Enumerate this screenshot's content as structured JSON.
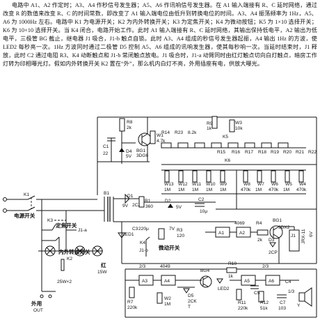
{
  "description": {
    "paragraph": "电路中 A1、A2 作定时；A3、A4 作秒信号发生器；A5、A6 作讯响信号发生器。在 A1 输入端接有 R、C 延时网络，通过改变 R 的数值来改变 R、C 的时间常数，即改变了 A1 输入端电位由低升到转换电位的时间。A3、A4 振荡频率为 1Hz，A5、A6 为 1000Hz 左右。电路中 K1 为电源开关；K2 为内外转换开关；K3 为定焦开关；K4 为微动按钮；K5 为 1×10 选择开关；K6 为 10×10 选择开关。当 K4 闭合，电路开始工作。此时 A1 输入端接有 R、C 延时网络，其输出保持低电平，A2 输出为低电平，三极管 BG 截止，继电器 J1 吸合，J1-b 触点自锁。此时 A3、A4 组成的秒信号发生器起振，A4 输出 1Hz 的方波，使 LED2 每秒亮一次。1Hz 方波同时通过二极管 D5 控制 A5、A6 组成的讯响发生器，使其每秒响一次。当延时结束时，J1 释放，此时 C2 通过电阻 R3、K4 动断触点和 J1-b 常闭触点放电。J1 吸合时，J1-a 动臂同时由红灯触点切向白灯触点，暗房工作灯转为印相曝光灯。假如内外转换开关 K2 置在“外”，那么机内白灯不亮，外用插座有电，供放大曝光。"
  },
  "schematic": {
    "components": {
      "r8": "R8",
      "r8_val": "2k",
      "c1": "C1",
      "c1_val": "22",
      "d4": "D4",
      "d4_val": "5V",
      "bg1_left": "BG1",
      "bg1_left_type": "3DG6",
      "w1": "W1",
      "w1_val": "4.7k",
      "r14": "R14",
      "r14_23": "R23",
      "r14_23_val": "8.2k",
      "r9": "R9",
      "r9_val": "1k",
      "w3": "W3",
      "w3_val": "10k",
      "k5": "K5",
      "k6": "K6",
      "r_series": [
        "R15",
        "R16",
        "R17",
        "R18",
        "R19",
        "R20",
        "R21",
        "R22"
      ],
      "w_series_left": [
        "W13",
        "W12",
        "W11",
        "W10",
        "W9"
      ],
      "w_series_right": [
        "W8",
        "W7",
        "W6",
        "W5",
        "W4"
      ],
      "w_val_1m": "1M",
      "w_val_470k": "470k",
      "k1": "K1",
      "power_switch": "电源开关",
      "k3": "K3",
      "k3_label": "定焦开关",
      "j1a": "J1-a",
      "j1b": "J1-b",
      "k2_label": "内外转换开关",
      "k2": "K2",
      "lamp_rating": "25W×2",
      "lamp_red": "红",
      "lamp_red_power": "15W",
      "external": "外用",
      "out": "OUT",
      "b1": "B1",
      "v9": "9V",
      "d1": "D1",
      "d1_val": "2CZ",
      "d2": "D2",
      "d2_val": "5V",
      "r1": "R1",
      "r1_val": "360",
      "c2": "C2",
      "c2_val": "10μ",
      "c3": "C3",
      "c3_val": "220μ",
      "v7": "7V",
      "led1": "LED1",
      "r3": "R3",
      "r3_val": "120",
      "k4_label": "微动开关",
      "j1_b_lower": "J1-b",
      "a1": "A1",
      "a2": "A2",
      "ic_4069": "4069",
      "r4": "R4",
      "r4_val": "2k",
      "bg1_right": "BG1",
      "bg1_right_type": "3DX2",
      "d3": "D3",
      "d3_val": "2CP",
      "j1": "J1",
      "relay_type": "JRX-11",
      "v6": "6V",
      "ic_frac": "2/3",
      "ic_4049": "4049",
      "a3": "A3",
      "a4": "A4",
      "a5": "A5",
      "a6": "A6",
      "r7": "R7",
      "r7_val": "220k",
      "w2": "W2",
      "w2_val": "1M",
      "d5": "D5",
      "d5_val": "2CK",
      "d5_sub": "T",
      "bg4": "BG4",
      "led2": "LED2",
      "r10": "R10",
      "r10_val": "1k",
      "r11": "R11",
      "r11_val": "220k",
      "r12": "R12",
      "r12_val": "51k",
      "c5": "C5",
      "c7": "C7",
      "c7_val": "103",
      "y": "Y",
      "c4": "C4",
      "frac_one": "1/3"
    }
  }
}
